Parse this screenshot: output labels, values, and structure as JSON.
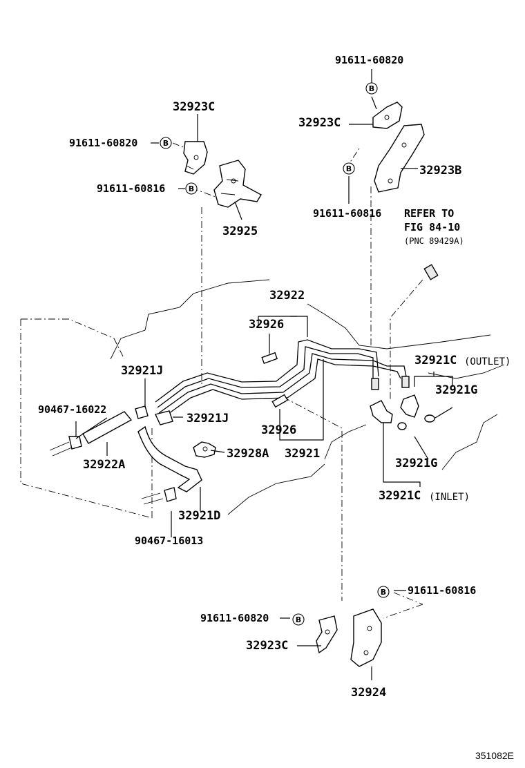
{
  "parts": {
    "p32923C_a": "32923C",
    "p91611_60820_a": "91611-60820",
    "p91611_60816_a": "91611-60816",
    "p32925": "32925",
    "p91611_60820_b": "91611-60820",
    "p32923C_b": "32923C",
    "p32923B": "32923B",
    "p91611_60816_b": "91611-60816",
    "p32922": "32922",
    "p32926_a": "32926",
    "p32921J_a": "32921J",
    "p90467_16022": "90467-16022",
    "p32922A": "32922A",
    "p32921J_b": "32921J",
    "p32928A": "32928A",
    "p32926_b": "32926",
    "p32921": "32921",
    "p32921D": "32921D",
    "p90467_16013": "90467-16013",
    "p32921C_out": "32921C",
    "p32921G_a": "32921G",
    "p32921G_b": "32921G",
    "p32921C_in": "32921C",
    "p91611_60816_c": "91611-60816",
    "p91611_60820_c": "91611-60820",
    "p32923C_c": "32923C",
    "p32924": "32924"
  },
  "captions": {
    "outlet": "(OUTLET)",
    "inlet": "(INLET)"
  },
  "refer": {
    "line1": "REFER TO",
    "line2": "FIG 84-10",
    "line3": "(PNC 89429A)"
  },
  "bolt_marker": "B",
  "footer": {
    "code": "351082E"
  }
}
